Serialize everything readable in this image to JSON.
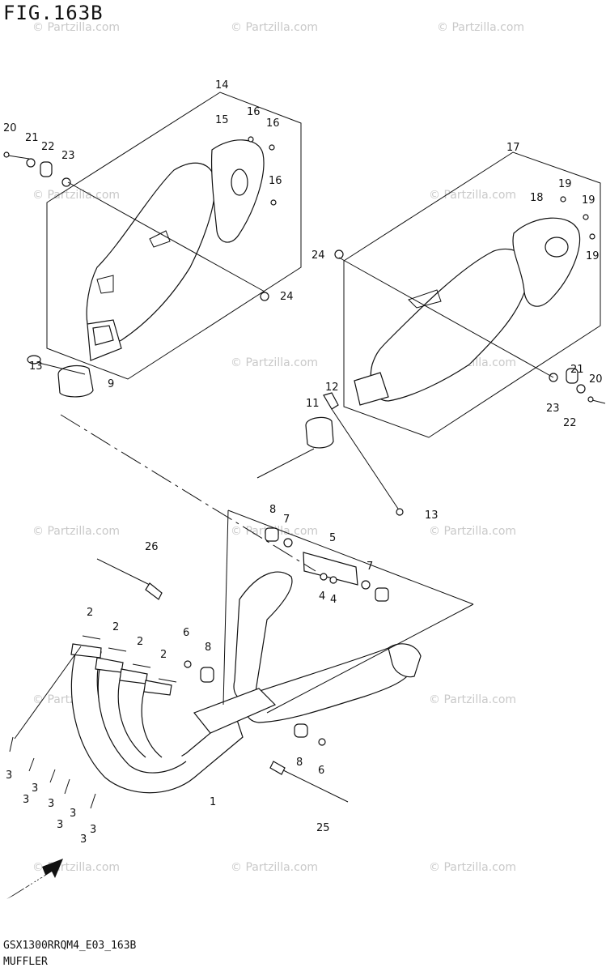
{
  "figure": {
    "title": "FIG.163B",
    "code": "GSX1300RRQM4_E03_163B",
    "name": "MUFFLER"
  },
  "watermark": "© Partzilla.com",
  "fwd_label": "FWD",
  "callouts": [
    "1",
    "2",
    "2",
    "2",
    "2",
    "3",
    "3",
    "3",
    "3",
    "3",
    "3",
    "3",
    "3",
    "4",
    "4",
    "5",
    "6",
    "6",
    "7",
    "7",
    "8",
    "8",
    "8",
    "9",
    "11",
    "12",
    "13",
    "13",
    "14",
    "15",
    "16",
    "16",
    "16",
    "17",
    "18",
    "19",
    "19",
    "19",
    "20",
    "20",
    "21",
    "21",
    "22",
    "22",
    "23",
    "23",
    "24",
    "24",
    "25",
    "26"
  ]
}
